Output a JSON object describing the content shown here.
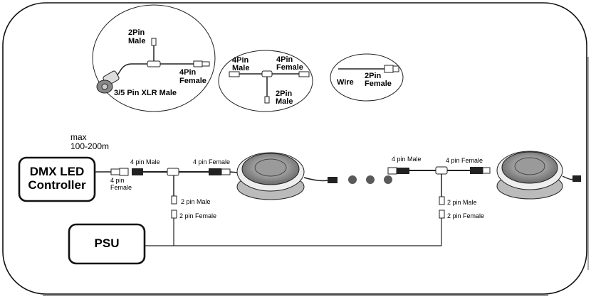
{
  "accessories": {
    "tee_xlr": {
      "top": "2Pin\nMale",
      "right": "4Pin\nFemale",
      "bottom": "3/5 Pin XLR Male"
    },
    "tee_4pin": {
      "left": "4Pin\nMale",
      "right": "4Pin\nFemale",
      "bottom": "2Pin\nMale"
    },
    "wire": {
      "left": "Wire",
      "right": "2Pin\nFemale"
    }
  },
  "distance": {
    "line1": "max",
    "line2": "100-200m"
  },
  "controller": {
    "label": "DMX LED\nController"
  },
  "psu": {
    "label": "PSU"
  },
  "left_segment": {
    "controller_plug": "4 pin\nFemale",
    "tee_left": "4 pin Male",
    "tee_right": "4 pin Female",
    "drop_male": "2 pin Male",
    "drop_female": "2 pin Female"
  },
  "right_segment": {
    "tee_left": "4 pin Male",
    "tee_right": "4 pin Female",
    "drop_male": "2 pin Male",
    "drop_female": "2 pin Female"
  },
  "colors": {
    "line": "#222222",
    "dots": "#5a5a5a",
    "frame": "#111111"
  }
}
